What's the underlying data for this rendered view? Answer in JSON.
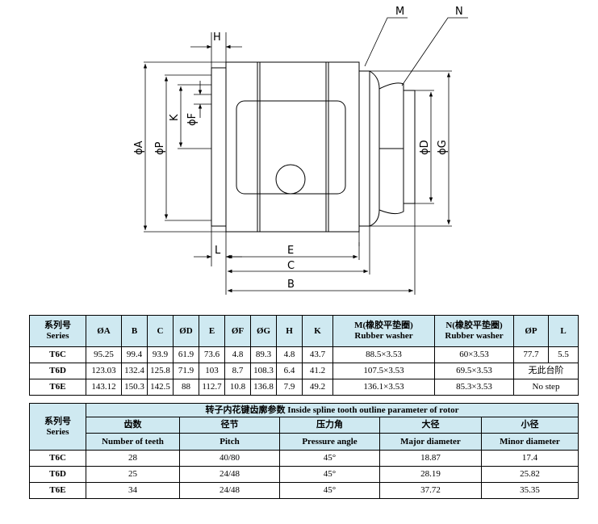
{
  "drawing": {
    "labels": {
      "H": "H",
      "M": "M",
      "N": "N",
      "K": "K",
      "phiF": "ϕF",
      "phiA": "ϕA",
      "phiP": "ϕP",
      "phiD": "ϕD",
      "phiG": "ϕG",
      "L": "L",
      "E": "E",
      "C": "C",
      "B": "B"
    }
  },
  "table1": {
    "header": {
      "series_cn": "系列号",
      "series_en": "Series",
      "A": "ØA",
      "B": "B",
      "C": "C",
      "D": "ØD",
      "E": "E",
      "F": "ØF",
      "G": "ØG",
      "H": "H",
      "K": "K",
      "M_cn": "M(橡胶平垫圈)",
      "M_en": "Rubber washer",
      "N_cn": "N(橡胶平垫圈)",
      "N_en": "Rubber washer",
      "P": "ØP",
      "L": "L"
    },
    "rows": [
      {
        "series": "T6C",
        "A": "95.25",
        "B": "99.4",
        "C": "93.9",
        "D": "61.9",
        "E": "73.6",
        "F": "4.8",
        "G": "89.3",
        "H": "4.8",
        "K": "43.7",
        "M": "88.5×3.53",
        "N": "60×3.53",
        "P": "77.7",
        "L": "5.5"
      },
      {
        "series": "T6D",
        "A": "123.03",
        "B": "132.4",
        "C": "125.8",
        "D": "71.9",
        "E": "103",
        "F": "8.7",
        "G": "108.3",
        "H": "6.4",
        "K": "41.2",
        "M": "107.5×3.53",
        "N": "69.5×3.53"
      },
      {
        "series": "T6E",
        "A": "143.12",
        "B": "150.3",
        "C": "142.5",
        "D": "88",
        "E": "112.7",
        "F": "10.8",
        "G": "136.8",
        "H": "7.9",
        "K": "49.2",
        "M": "136.1×3.53",
        "N": "85.3×3.53"
      }
    ],
    "no_step_cn": "无此台阶",
    "no_step_en": "No step"
  },
  "table2": {
    "title": "转子内花键齿廓参数  Inside spline tooth outline parameter of rotor",
    "series_cn": "系列号",
    "series_en": "Series",
    "cols": [
      {
        "cn": "齿数",
        "en": "Number of teeth"
      },
      {
        "cn": "径节",
        "en": "Pitch"
      },
      {
        "cn": "压力角",
        "en": "Pressure angle"
      },
      {
        "cn": "大径",
        "en": "Major diameter"
      },
      {
        "cn": "小径",
        "en": "Minor diameter"
      }
    ],
    "rows": [
      {
        "series": "T6C",
        "teeth": "28",
        "pitch": "40/80",
        "angle": "45°",
        "major": "18.87",
        "minor": "17.4"
      },
      {
        "series": "T6D",
        "teeth": "25",
        "pitch": "24/48",
        "angle": "45°",
        "major": "28.19",
        "minor": "25.82"
      },
      {
        "series": "T6E",
        "teeth": "34",
        "pitch": "24/48",
        "angle": "45°",
        "major": "37.72",
        "minor": "35.35"
      }
    ]
  }
}
